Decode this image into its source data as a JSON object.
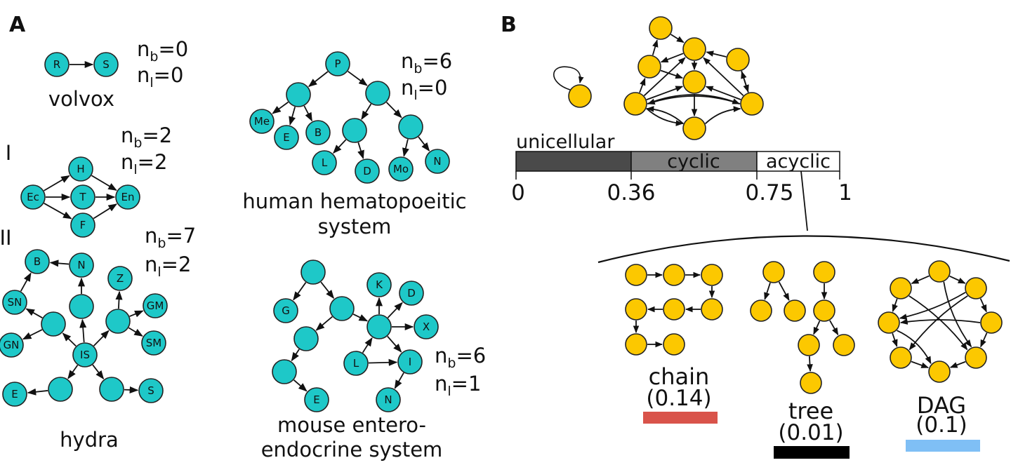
{
  "panels": [
    {
      "letter": "A"
    },
    {
      "letter": "B"
    }
  ],
  "panelA": {
    "networks": [
      {
        "id": "volvox",
        "name": "volvox",
        "nb_label": "n",
        "nb_sub": "b",
        "nb_value": "=0",
        "nl_label": "n",
        "nl_sub": "l",
        "nl_value": "=0"
      },
      {
        "id": "hydra1",
        "roman": "I",
        "nb_label": "n",
        "nb_sub": "b",
        "nb_value": "=2",
        "nl_label": "n",
        "nl_sub": "l",
        "nl_value": "=2"
      },
      {
        "id": "hydra2",
        "roman": "II",
        "nb_label": "n",
        "nb_sub": "b",
        "nb_value": "=7",
        "nl_label": "n",
        "nl_sub": "l",
        "nl_value": "=2",
        "name": "hydra"
      },
      {
        "id": "human",
        "name_line1": "human hematopoeitic",
        "name_line2": "system",
        "nb_label": "n",
        "nb_sub": "b",
        "nb_value": "=6",
        "nl_label": "n",
        "nl_sub": "l",
        "nl_value": "=0"
      },
      {
        "id": "mouse",
        "name_line1": "mouse entero-",
        "name_line2": "endocrine system",
        "nb_label": "n",
        "nb_sub": "b",
        "nb_value": "=6",
        "nl_label": "n",
        "nl_sub": "l",
        "nl_value": "=1"
      }
    ],
    "node_labels": {
      "volvox": [
        "R",
        "S"
      ],
      "hydra1": [
        "H",
        "Ec",
        "T",
        "En",
        "F"
      ],
      "hydra2": [
        "B",
        "N",
        "Z",
        "SN",
        "GM",
        "GN",
        "IS",
        "SM",
        "E",
        "S"
      ],
      "human": [
        "P",
        "Me",
        "E",
        "B",
        "L",
        "D",
        "Mo",
        "N"
      ],
      "mouse": [
        "K",
        "D",
        "G",
        "X",
        "L",
        "I",
        "E",
        "N"
      ]
    },
    "node_color": "#1ec8c8"
  },
  "panelB": {
    "bar": {
      "segments": [
        {
          "label": "unicellular",
          "from": 0,
          "to": 0.36,
          "color": "#4a4a4a"
        },
        {
          "label": "cyclic",
          "from": 0.36,
          "to": 0.75,
          "color": "#808080"
        },
        {
          "label": "acyclic",
          "from": 0.75,
          "to": 1,
          "color": "#ffffff"
        }
      ],
      "ticks": [
        "0",
        "0.36",
        "0.75",
        "1"
      ]
    },
    "categories": [
      {
        "name": "chain",
        "value": "(0.14)",
        "color": "#d9534a"
      },
      {
        "name": "tree",
        "value": "(0.01)",
        "color": "#000000"
      },
      {
        "name": "DAG",
        "value": "(0.1)",
        "color": "#7fbff5"
      }
    ],
    "node_color": "#fcc800"
  }
}
